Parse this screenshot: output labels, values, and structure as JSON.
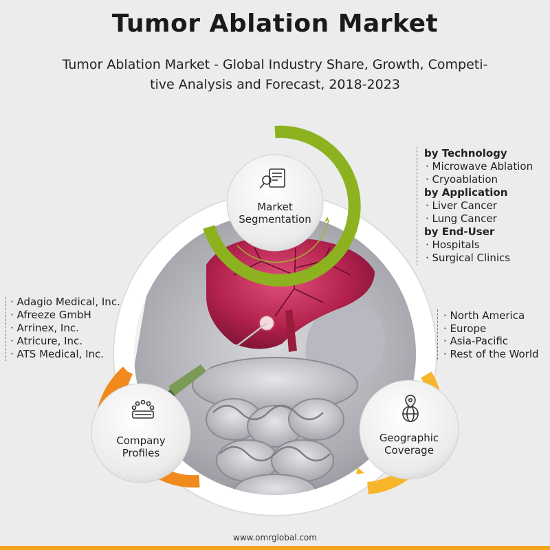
{
  "title": "Tumor Ablation Market",
  "subtitle_line1": "Tumor Ablation Market - Global Industry Share, Growth, Competi-",
  "subtitle_line2": "tive Analysis and Forecast, 2018-2023",
  "nodes": {
    "market": {
      "line1": "Market",
      "line2": "Segmentation",
      "icon": "report-magnifier-icon",
      "color": "#8cb31f"
    },
    "company": {
      "line1": "Company",
      "line2": "Profiles",
      "icon": "team-building-icon",
      "color": "#f08a1d"
    },
    "geo": {
      "line1": "Geographic",
      "line2": "Coverage",
      "icon": "globe-pin-icon",
      "color": "#f7b52c"
    }
  },
  "segmentation": {
    "technology_header": "by Technology",
    "technology": [
      "· Microwave Ablation",
      "· Cryoablation"
    ],
    "application_header": "by Application",
    "application": [
      "· Liver Cancer",
      "· Lung Cancer"
    ],
    "enduser_header": "by End-User",
    "enduser": [
      "· Hospitals",
      "· Surgical Clinics"
    ]
  },
  "companies": [
    "· Adagio Medical, Inc.",
    "· Afreeze GmbH",
    "· Arrinex, Inc.",
    "· Atricure, Inc.",
    "· ATS Medical, Inc."
  ],
  "regions": [
    "· North America",
    "· Europe",
    "· Asia-Pacific",
    "· Rest of the World"
  ],
  "footer": "www.omrglobal.com"
}
